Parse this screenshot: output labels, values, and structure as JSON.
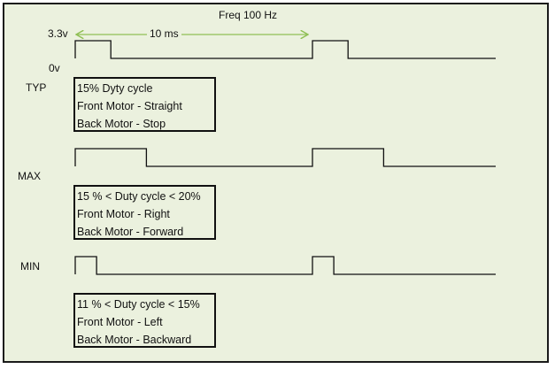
{
  "diagram": {
    "frequency_label": "Freq 100 Hz",
    "period_label": "10 ms",
    "high_level_label": "3.3v",
    "low_level_label": "0v",
    "colors": {
      "background": "#ebf1de",
      "signal": "#111111",
      "arrow": "#8fbf54",
      "border": "#111111"
    },
    "signals": [
      {
        "id": "typ",
        "label": "TYP",
        "pulse_fraction": 0.15,
        "info_lines": [
          "15% Dyty cycle",
          "Front Motor - Straight",
          "Back Motor - Stop"
        ]
      },
      {
        "id": "max",
        "label": "MAX",
        "pulse_fraction": 0.3,
        "info_lines": [
          "15 %  < Duty cycle <  20%",
          "Front Motor - Right",
          "Back Motor - Forward"
        ]
      },
      {
        "id": "min",
        "label": "MIN",
        "pulse_fraction": 0.09,
        "info_lines": [
          "11 %  < Duty cycle <  15%",
          "Front Motor - Left",
          "Back Motor - Backward"
        ]
      }
    ]
  }
}
